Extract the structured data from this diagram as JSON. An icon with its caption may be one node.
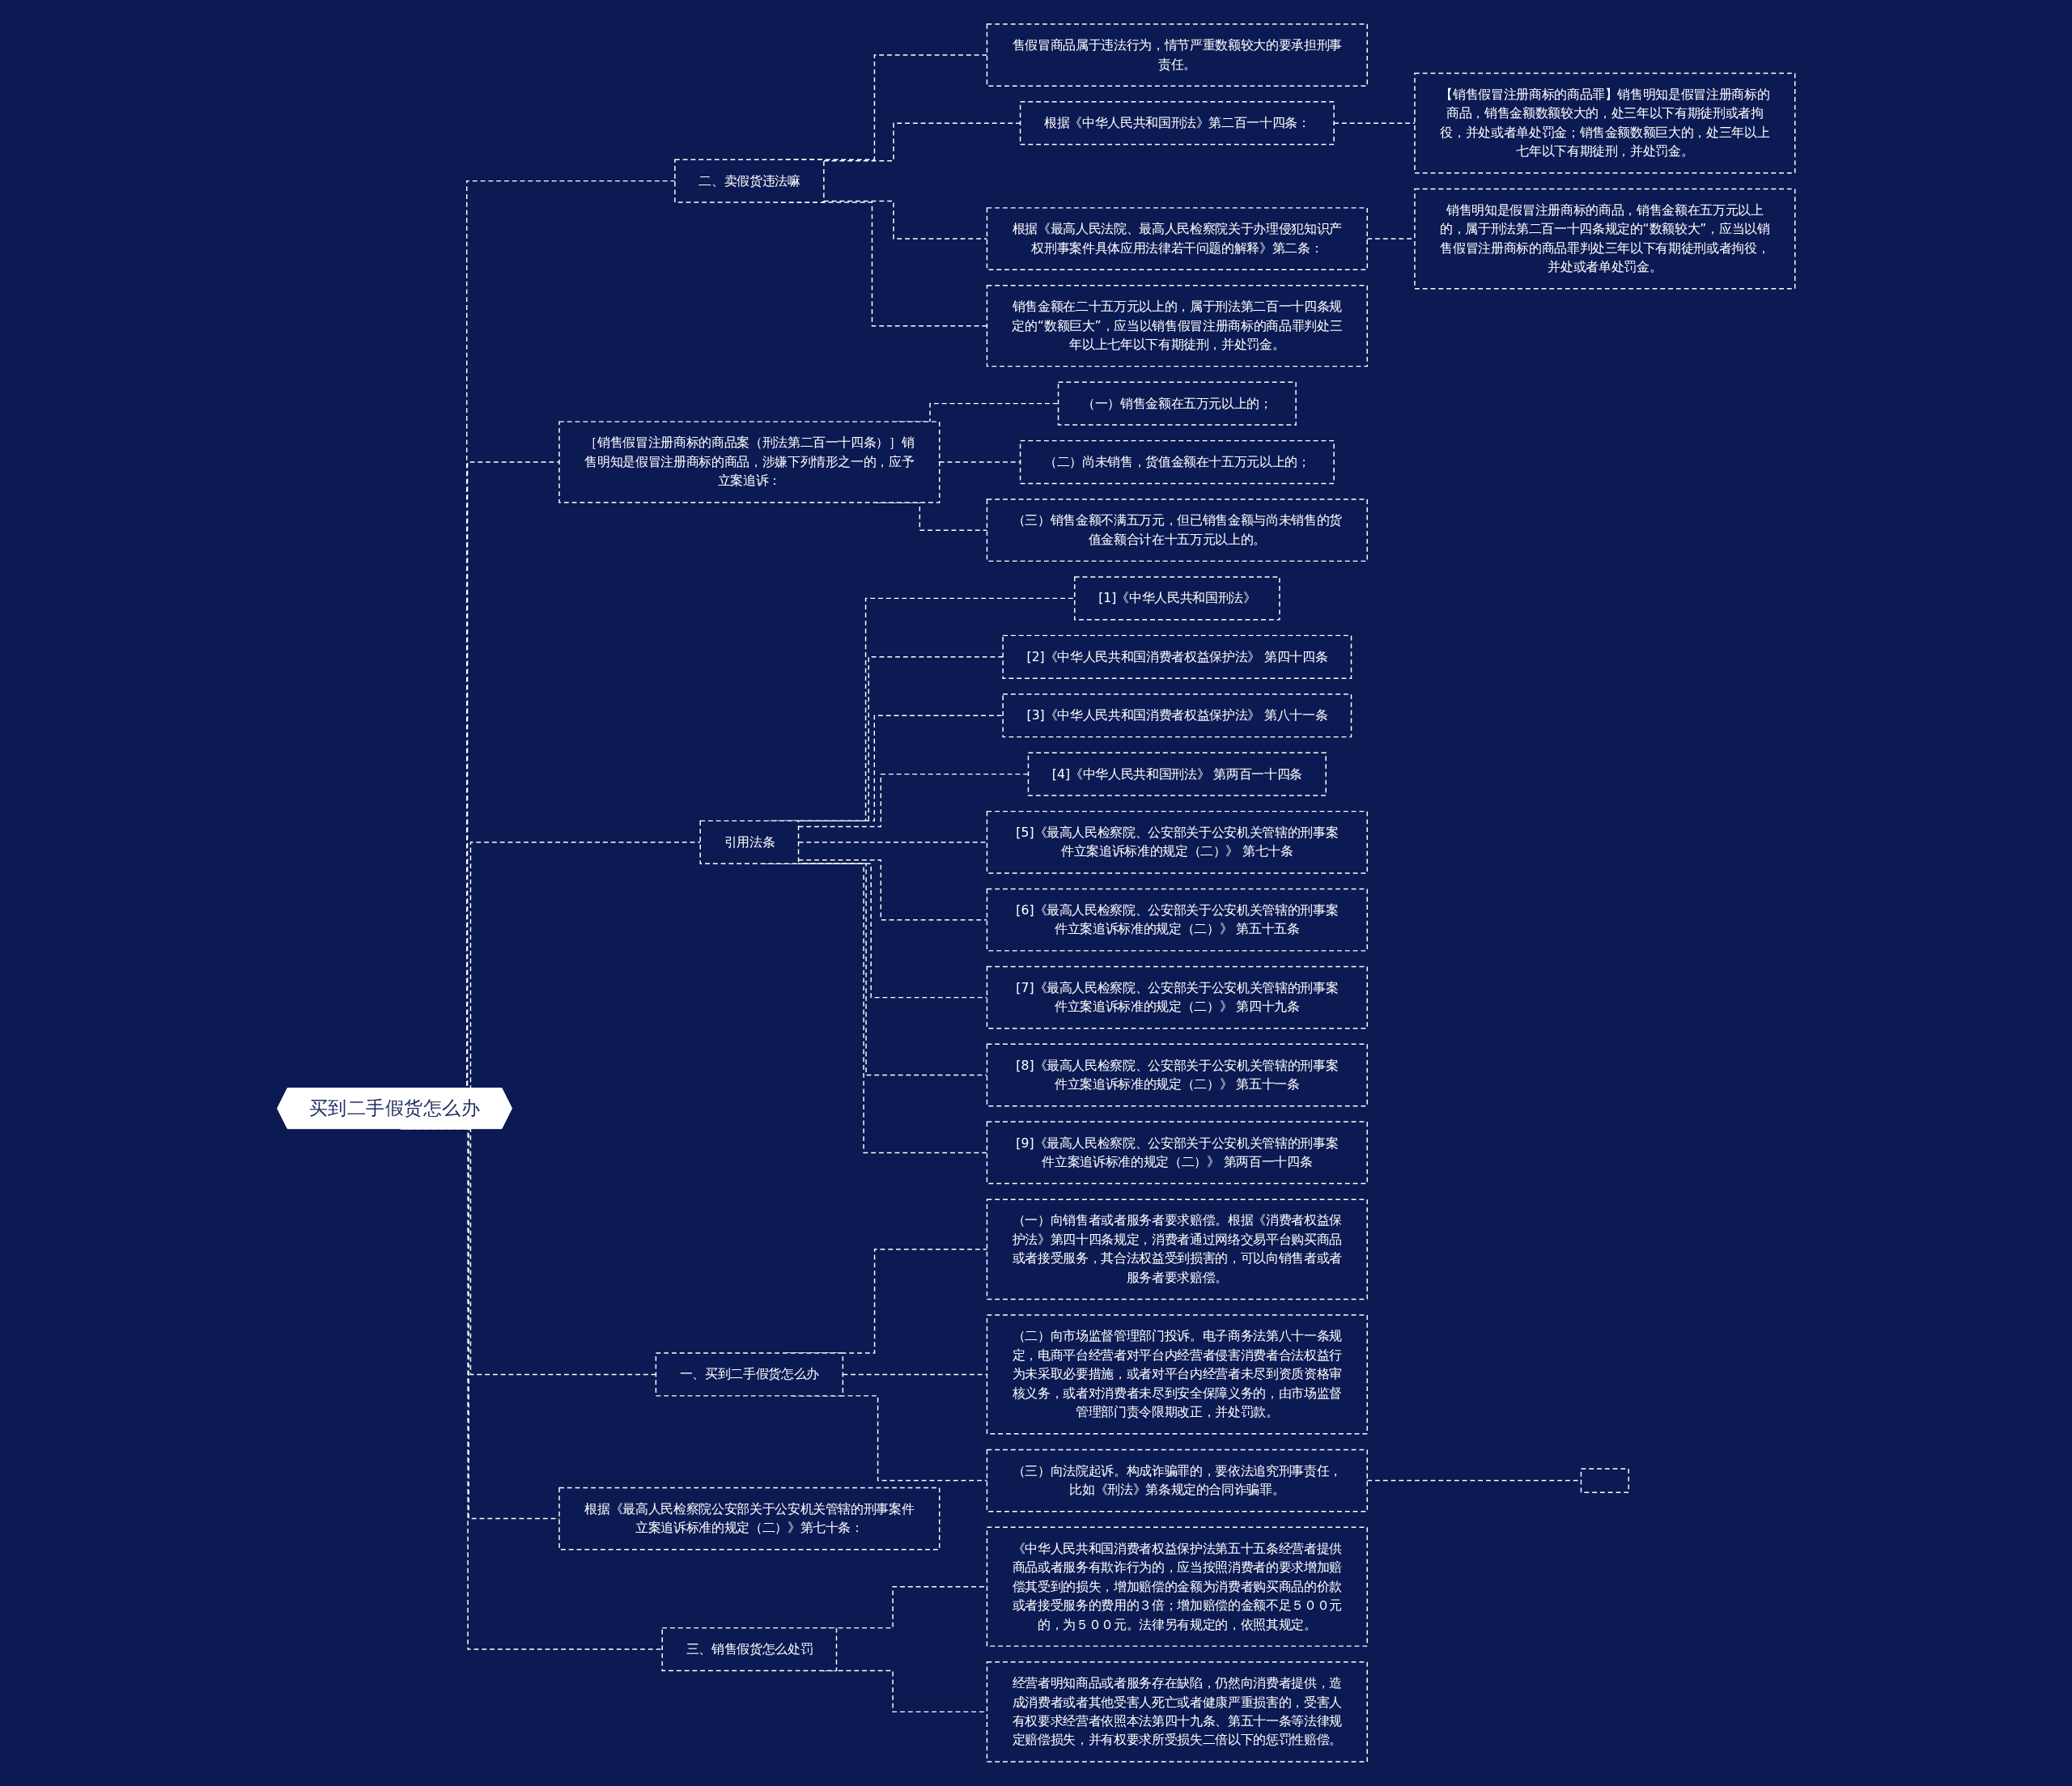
{
  "diagram": {
    "nodes": [
      {
        "text": [
          "买到二手假货怎么办"
        ]
      },
      {
        "text": [
          "二、卖假货违法嘛"
        ]
      },
      {
        "text": [
          "售假冒商品属于违法行为，情节严重数额较大的要承担刑事责任。"
        ]
      },
      {
        "text": [
          "根据《中华人民共和国刑法》第二百一十四条："
        ]
      },
      {
        "text": [
          "【销售假冒注册商标的商品罪】销售明知是假冒注册商标的商品，销售金额数额较大的，处三年以下有期徒刑或者拘役，并处或者单处罚金；销售金额数额巨大的，处三年以上七年以下有期徒刑，并处罚金。"
        ]
      },
      {
        "text": [
          "根据《最高人民法院、最高人民检察院关于办理侵犯知识产权刑事案件具体应用法律若干问题的解释》第二条："
        ]
      },
      {
        "text": [
          "销售明知是假冒注册商标的商品，销售金额在五万元以上的，属于刑法第二百一十四条规定的“数额较大”，应当以销售假冒注册商标的商品罪判处三年以下有期徒刑或者拘役，并处或者单处罚金。"
        ]
      },
      {
        "text": [
          "销售金额在二十五万元以上的，属于刑法第二百一十四条规定的“数额巨大”，应当以销售假冒注册商标的商品罪判处三年以上七年以下有期徒刑，并处罚金。"
        ]
      },
      {
        "text": [
          "［销售假冒注册商标的商品案（刑法第二百一十四条）］销售明知是假冒注册商标的商品，涉嫌下列情形之一的，应予立案追诉："
        ]
      },
      {
        "text": [
          "（一）销售金额在五万元以上的；"
        ]
      },
      {
        "text": [
          "（二）尚未销售，货值金额在十五万元以上的；"
        ]
      },
      {
        "text": [
          "（三）销售金额不满五万元，但已销售金额与尚未销售的货值金额合计在十五万元以上的。"
        ]
      },
      {
        "text": [
          "引用法条"
        ]
      },
      {
        "text": [
          "[1]《中华人民共和国刑法》"
        ]
      },
      {
        "text": [
          "[2]《中华人民共和国消费者权益保护法》 第四十四条"
        ]
      },
      {
        "text": [
          "[3]《中华人民共和国消费者权益保护法》 第八十一条"
        ]
      },
      {
        "text": [
          "[4]《中华人民共和国刑法》 第两百一十四条"
        ]
      },
      {
        "text": [
          "[5]《最高人民检察院、公安部关于公安机关管辖的刑事案件立案追诉标准的规定（二）》 第七十条"
        ]
      },
      {
        "text": [
          "[6]《最高人民检察院、公安部关于公安机关管辖的刑事案件立案追诉标准的规定（二）》 第五十五条"
        ]
      },
      {
        "text": [
          "[7]《最高人民检察院、公安部关于公安机关管辖的刑事案件立案追诉标准的规定（二）》 第四十九条"
        ]
      },
      {
        "text": [
          "[8]《最高人民检察院、公安部关于公安机关管辖的刑事案件立案追诉标准的规定（二）》 第五十一条"
        ]
      },
      {
        "text": [
          "[9]《最高人民检察院、公安部关于公安机关管辖的刑事案件立案追诉标准的规定（二）》 第两百一十四条"
        ]
      },
      {
        "text": [
          "一、买到二手假货怎么办"
        ]
      },
      {
        "text": [
          "（一）向销售者或者服务者要求赔偿。根据《消费者权益保护法》第四十四条规定，消费者通过网络交易平台购买商品或者接受服务，其合法权益受到损害的，可以向销售者或者服务者要求赔偿。"
        ]
      },
      {
        "text": [
          "（二）向市场监督管理部门投诉。电子商务法第八十一条规定，电商平台经营者对平台内经营者侵害消费者合法权益行为未采取必要措施，或者对平台内经营者未尽到资质资格审核义务，或者对消费者未尽到安全保障义务的，由市场监督管理部门责令限期改正，并处罚款。"
        ]
      },
      {
        "text": [
          "（三）向法院起诉。构成诈骗罪的，要依法追究刑事责任，比如《刑法》第条规定的合同诈骗罪。"
        ]
      },
      {
        "text": [],
        "shape": "box"
      },
      {
        "text": [
          "根据《最高人民检察院公安部关于公安机关管辖的刑事案件立案追诉标准的规定（二）》第七十条："
        ]
      },
      {
        "text": [
          "三、销售假货怎么处罚"
        ]
      },
      {
        "text": [
          "《中华人民共和国消费者权益保护法第五十五条经营者提供商品或者服务有欺诈行为的，应当按照消费者的要求增加赔偿其受到的损失，增加赔偿的金额为消费者购买商品的价款或者接受服务的费用的３倍；增加赔偿的金额不足５００元的，为５００元。法律另有规定的，依照其规定。"
        ]
      },
      {
        "text": [
          "经营者明知商品或者服务存在缺陷，仍然向消费者提供，造成消费者或者其他受害人死亡或者健康严重损害的，受害人有权要求经营者依照本法第四十九条、第五十一条等法律规定赔偿损失，并有权要求所受损失二倍以下的惩罚性赔偿。"
        ]
      }
    ],
    "edges": [
      {
        "from": 0,
        "to": 1,
        "arrow": "none"
      },
      {
        "from": 1,
        "to": 2,
        "arrow": "none"
      },
      {
        "from": 1,
        "to": 3,
        "arrow": "none"
      },
      {
        "from": 3,
        "to": 4,
        "arrow": "none"
      },
      {
        "from": 1,
        "to": 5,
        "arrow": "none"
      },
      {
        "from": 5,
        "to": 6,
        "arrow": "none"
      },
      {
        "from": 1,
        "to": 7,
        "arrow": "none"
      },
      {
        "from": 0,
        "to": 8,
        "arrow": "none"
      },
      {
        "from": 8,
        "to": 9,
        "arrow": "none"
      },
      {
        "from": 8,
        "to": 10,
        "arrow": "none"
      },
      {
        "from": 8,
        "to": 11,
        "arrow": "none"
      },
      {
        "from": 0,
        "to": 12,
        "arrow": "none"
      },
      {
        "from": 12,
        "to": 13,
        "arrow": "none"
      },
      {
        "from": 12,
        "to": 14,
        "arrow": "none"
      },
      {
        "from": 12,
        "to": 15,
        "arrow": "none"
      },
      {
        "from": 12,
        "to": 16,
        "arrow": "none"
      },
      {
        "from": 12,
        "to": 17,
        "arrow": "none"
      },
      {
        "from": 12,
        "to": 18,
        "arrow": "none"
      },
      {
        "from": 12,
        "to": 19,
        "arrow": "none"
      },
      {
        "from": 12,
        "to": 20,
        "arrow": "none"
      },
      {
        "from": 12,
        "to": 21,
        "arrow": "none"
      },
      {
        "from": 0,
        "to": 22,
        "arrow": "none"
      },
      {
        "from": 22,
        "to": 23,
        "arrow": "none"
      },
      {
        "from": 22,
        "to": 24,
        "arrow": "none"
      },
      {
        "from": 22,
        "to": 25,
        "arrow": "none"
      },
      {
        "from": 25,
        "to": 26,
        "arrow": "none"
      },
      {
        "from": 0,
        "to": 27,
        "arrow": "none"
      },
      {
        "from": 0,
        "to": 28,
        "arrow": "none"
      },
      {
        "from": 28,
        "to": 29,
        "arrow": "none"
      },
      {
        "from": 28,
        "to": 30,
        "arrow": "none"
      }
    ]
  }
}
